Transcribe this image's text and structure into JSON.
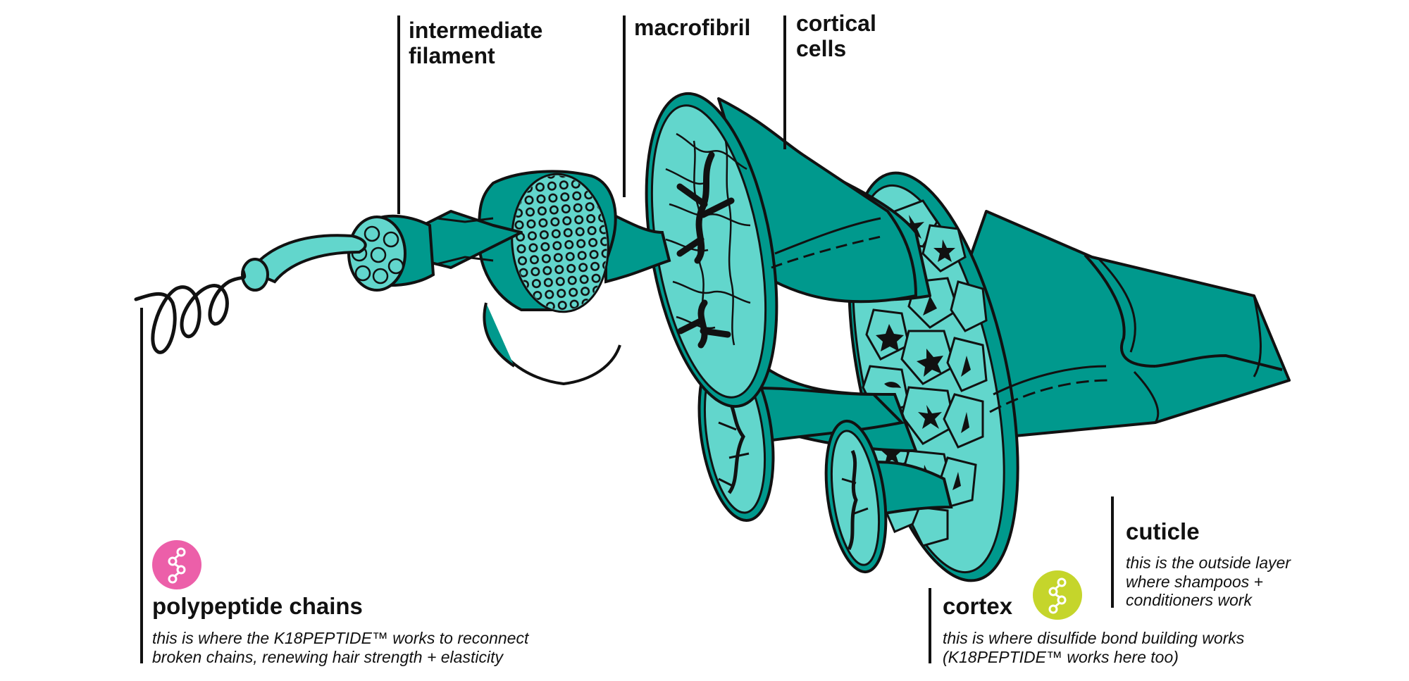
{
  "colors": {
    "teal_dark": "#00998d",
    "teal_light": "#62d6cc",
    "outline": "#111111",
    "badge_pink": "#ec5fa9",
    "badge_lime": "#c5d52b",
    "background": "#ffffff"
  },
  "labels": {
    "intermediate_filament": [
      "intermediate",
      "filament"
    ],
    "macrofibril": "macrofibril",
    "cortical_cells": [
      "cortical",
      "cells"
    ],
    "polypeptide_chains": {
      "title": "polypeptide chains",
      "description": [
        "this is where the K18PEPTIDE™ works to reconnect",
        "broken chains, renewing hair strength + elasticity"
      ],
      "icon": "peptide-chain-icon"
    },
    "cortex": {
      "title": "cortex",
      "description": [
        "this is where disulfide bond building works",
        "(K18PEPTIDE™ works here too)"
      ],
      "icon": "peptide-chain-icon"
    },
    "cuticle": {
      "title": "cuticle",
      "description": [
        "this is the outside layer",
        "where shampoos +",
        "conditioners work"
      ]
    }
  }
}
